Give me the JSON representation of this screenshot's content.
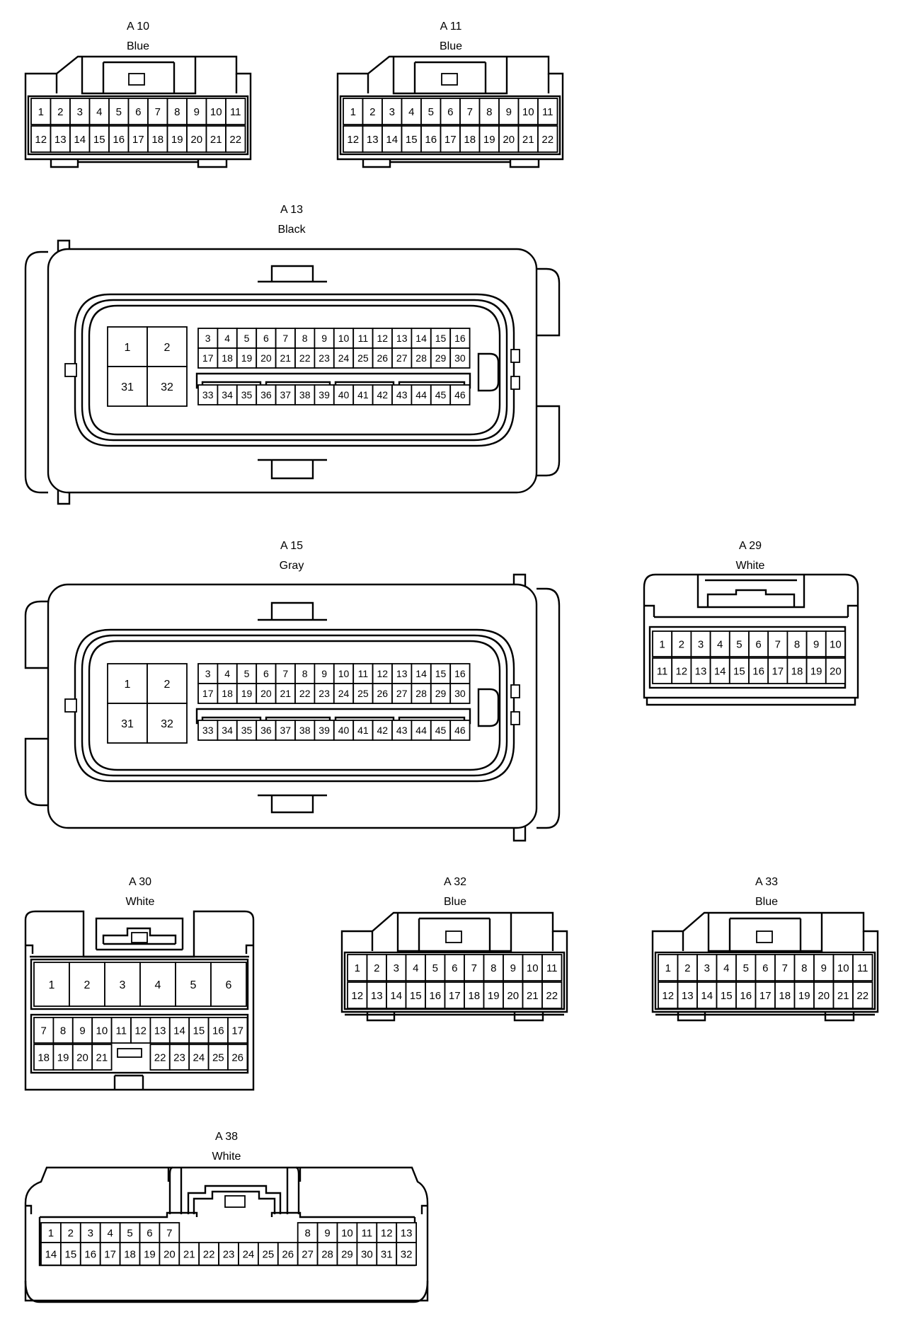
{
  "connectors": {
    "A10": {
      "code": "A 10",
      "color": "Blue"
    },
    "A11": {
      "code": "A 11",
      "color": "Blue"
    },
    "A13": {
      "code": "A 13",
      "color": "Black"
    },
    "A15": {
      "code": "A 15",
      "color": "Gray"
    },
    "A29": {
      "code": "A 29",
      "color": "White"
    },
    "A30": {
      "code": "A 30",
      "color": "White"
    },
    "A32": {
      "code": "A 32",
      "color": "Blue"
    },
    "A33": {
      "code": "A 33",
      "color": "Blue"
    },
    "A38": {
      "code": "A 38",
      "color": "White"
    }
  },
  "pins": {
    "A10": [
      [
        "1",
        "2",
        "3",
        "4",
        "5",
        "6",
        "7",
        "8",
        "9",
        "10",
        "11"
      ],
      [
        "12",
        "13",
        "14",
        "15",
        "16",
        "17",
        "18",
        "19",
        "20",
        "21",
        "22"
      ]
    ],
    "A11": [
      [
        "1",
        "2",
        "3",
        "4",
        "5",
        "6",
        "7",
        "8",
        "9",
        "10",
        "11"
      ],
      [
        "12",
        "13",
        "14",
        "15",
        "16",
        "17",
        "18",
        "19",
        "20",
        "21",
        "22"
      ]
    ],
    "A13": {
      "big": [
        [
          "1",
          "2"
        ],
        [
          "31",
          "32"
        ]
      ],
      "rows": [
        [
          "3",
          "4",
          "5",
          "6",
          "7",
          "8",
          "9",
          "10",
          "11",
          "12",
          "13",
          "14",
          "15",
          "16"
        ],
        [
          "17",
          "18",
          "19",
          "20",
          "21",
          "22",
          "23",
          "24",
          "25",
          "26",
          "27",
          "28",
          "29",
          "30"
        ],
        [
          "33",
          "34",
          "35",
          "36",
          "37",
          "38",
          "39",
          "40",
          "41",
          "42",
          "43",
          "44",
          "45",
          "46"
        ]
      ]
    },
    "A15": {
      "big": [
        [
          "1",
          "2"
        ],
        [
          "31",
          "32"
        ]
      ],
      "rows": [
        [
          "3",
          "4",
          "5",
          "6",
          "7",
          "8",
          "9",
          "10",
          "11",
          "12",
          "13",
          "14",
          "15",
          "16"
        ],
        [
          "17",
          "18",
          "19",
          "20",
          "21",
          "22",
          "23",
          "24",
          "25",
          "26",
          "27",
          "28",
          "29",
          "30"
        ],
        [
          "33",
          "34",
          "35",
          "36",
          "37",
          "38",
          "39",
          "40",
          "41",
          "42",
          "43",
          "44",
          "45",
          "46"
        ]
      ]
    },
    "A29": [
      [
        "1",
        "2",
        "3",
        "4",
        "5",
        "6",
        "7",
        "8",
        "9",
        "10"
      ],
      [
        "11",
        "12",
        "13",
        "14",
        "15",
        "16",
        "17",
        "18",
        "19",
        "20"
      ]
    ],
    "A30": {
      "big": [
        "1",
        "2",
        "3",
        "4",
        "5",
        "6"
      ],
      "row1": [
        "7",
        "8",
        "9",
        "10",
        "11",
        "12",
        "13",
        "14",
        "15",
        "16",
        "17"
      ],
      "row2_left": [
        "18",
        "19",
        "20",
        "21"
      ],
      "row2_right": [
        "22",
        "23",
        "24",
        "25",
        "26"
      ]
    },
    "A32": [
      [
        "1",
        "2",
        "3",
        "4",
        "5",
        "6",
        "7",
        "8",
        "9",
        "10",
        "11"
      ],
      [
        "12",
        "13",
        "14",
        "15",
        "16",
        "17",
        "18",
        "19",
        "20",
        "21",
        "22"
      ]
    ],
    "A33": [
      [
        "1",
        "2",
        "3",
        "4",
        "5",
        "6",
        "7",
        "8",
        "9",
        "10",
        "11"
      ],
      [
        "12",
        "13",
        "14",
        "15",
        "16",
        "17",
        "18",
        "19",
        "20",
        "21",
        "22"
      ]
    ],
    "A38": {
      "row1_left": [
        "1",
        "2",
        "3",
        "4",
        "5",
        "6",
        "7"
      ],
      "row1_right": [
        "8",
        "9",
        "10",
        "11",
        "12",
        "13"
      ],
      "row2": [
        "14",
        "15",
        "16",
        "17",
        "18",
        "19",
        "20",
        "21",
        "22",
        "23",
        "24",
        "25",
        "26",
        "27",
        "28",
        "29",
        "30",
        "31",
        "32"
      ]
    }
  }
}
